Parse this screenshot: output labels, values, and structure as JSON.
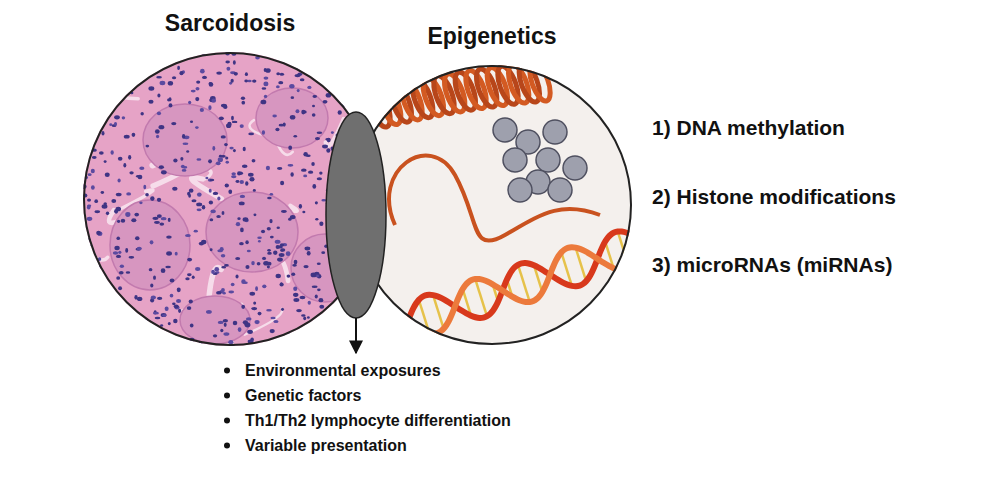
{
  "diagram": {
    "nodes": [
      {
        "text": [
          "Sarcoidosis"
        ]
      },
      {
        "text": [
          "Epigenetics"
        ]
      }
    ],
    "labels": [
      "1) DNA methylation",
      "2) Histone modifications",
      "3) microRNAs (miRNAs)",
      "Environmental exposures",
      "Genetic factors",
      "Th1/Th2 lymphocyte differentiation",
      "Variable presentation"
    ]
  }
}
